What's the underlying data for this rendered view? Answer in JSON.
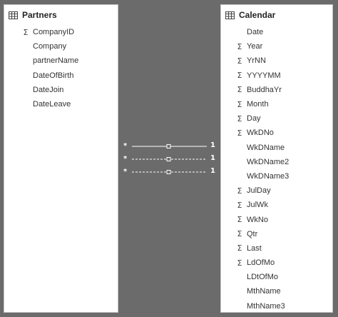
{
  "partners": {
    "title": "Partners",
    "fields": [
      {
        "name": "CompanyID",
        "sigma": true
      },
      {
        "name": "Company",
        "sigma": false
      },
      {
        "name": "partnerName",
        "sigma": false
      },
      {
        "name": "DateOfBirth",
        "sigma": false
      },
      {
        "name": "DateJoin",
        "sigma": false
      },
      {
        "name": "DateLeave",
        "sigma": false
      }
    ]
  },
  "calendar": {
    "title": "Calendar",
    "fields": [
      {
        "name": "Date",
        "sigma": false
      },
      {
        "name": "Year",
        "sigma": true
      },
      {
        "name": "YrNN",
        "sigma": true
      },
      {
        "name": "YYYYMM",
        "sigma": true
      },
      {
        "name": "BuddhaYr",
        "sigma": true
      },
      {
        "name": "Month",
        "sigma": true
      },
      {
        "name": "Day",
        "sigma": true
      },
      {
        "name": "WkDNo",
        "sigma": true
      },
      {
        "name": "WkDName",
        "sigma": false
      },
      {
        "name": "WkDName2",
        "sigma": false
      },
      {
        "name": "WkDName3",
        "sigma": false
      },
      {
        "name": "JulDay",
        "sigma": true
      },
      {
        "name": "JulWk",
        "sigma": true
      },
      {
        "name": "WkNo",
        "sigma": true
      },
      {
        "name": "Qtr",
        "sigma": true
      },
      {
        "name": "Last",
        "sigma": true
      },
      {
        "name": "LdOfMo",
        "sigma": true
      },
      {
        "name": "LDtOfMo",
        "sigma": false
      },
      {
        "name": "MthName",
        "sigma": false
      },
      {
        "name": "MthName3",
        "sigma": false
      }
    ]
  },
  "sigma_glyph": "Σ",
  "relationships": [
    {
      "from_cardinality": "*",
      "to_cardinality": "1",
      "style": "solid"
    },
    {
      "from_cardinality": "*",
      "to_cardinality": "1",
      "style": "dashed"
    },
    {
      "from_cardinality": "*",
      "to_cardinality": "1",
      "style": "dashed"
    }
  ],
  "colors": {
    "canvas": "#6b6b6b",
    "card": "#ffffff",
    "line": "#ffffff"
  }
}
